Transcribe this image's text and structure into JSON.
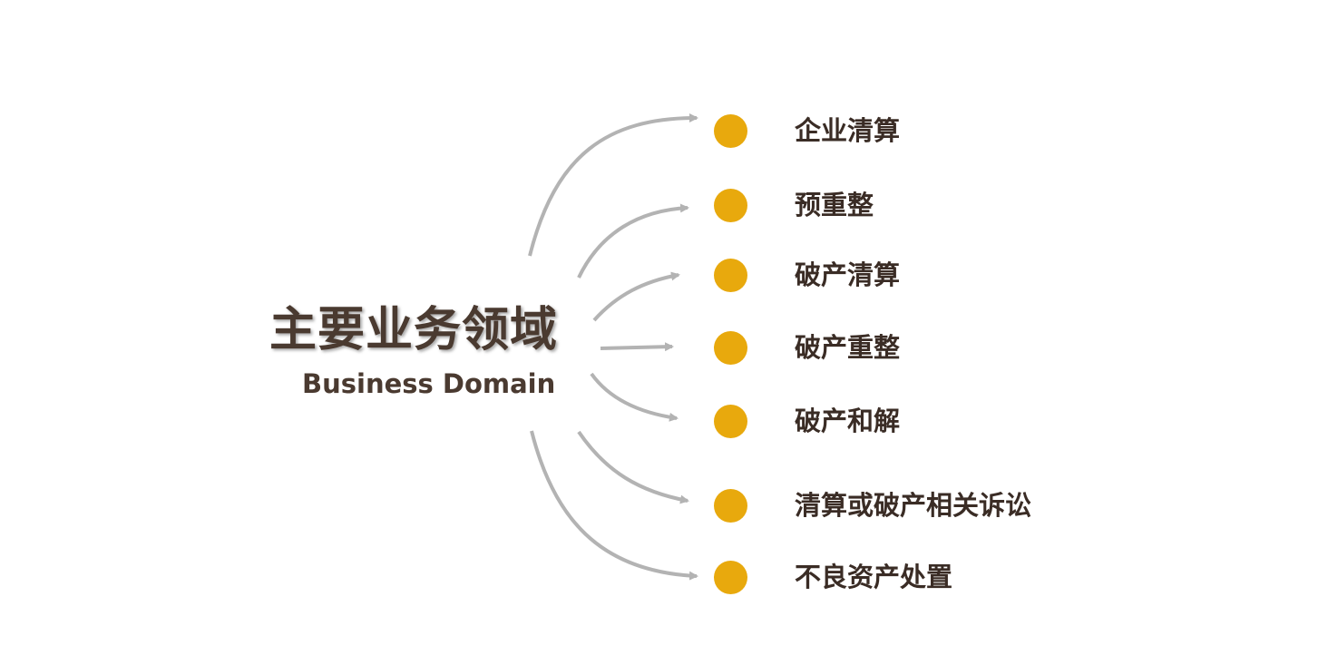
{
  "diagram": {
    "center": {
      "title": "主要业务领域",
      "subtitle": "Business Domain"
    },
    "items": [
      {
        "label": "企业清算"
      },
      {
        "label": "预重整"
      },
      {
        "label": "破产清算"
      },
      {
        "label": "破产重整"
      },
      {
        "label": "破产和解"
      },
      {
        "label": "清算或破产相关诉讼"
      },
      {
        "label": "不良资产处置"
      }
    ],
    "colors": {
      "dot": "#e8a90d",
      "arrow": "#b3b3b3",
      "text": "#3a2c25"
    }
  }
}
